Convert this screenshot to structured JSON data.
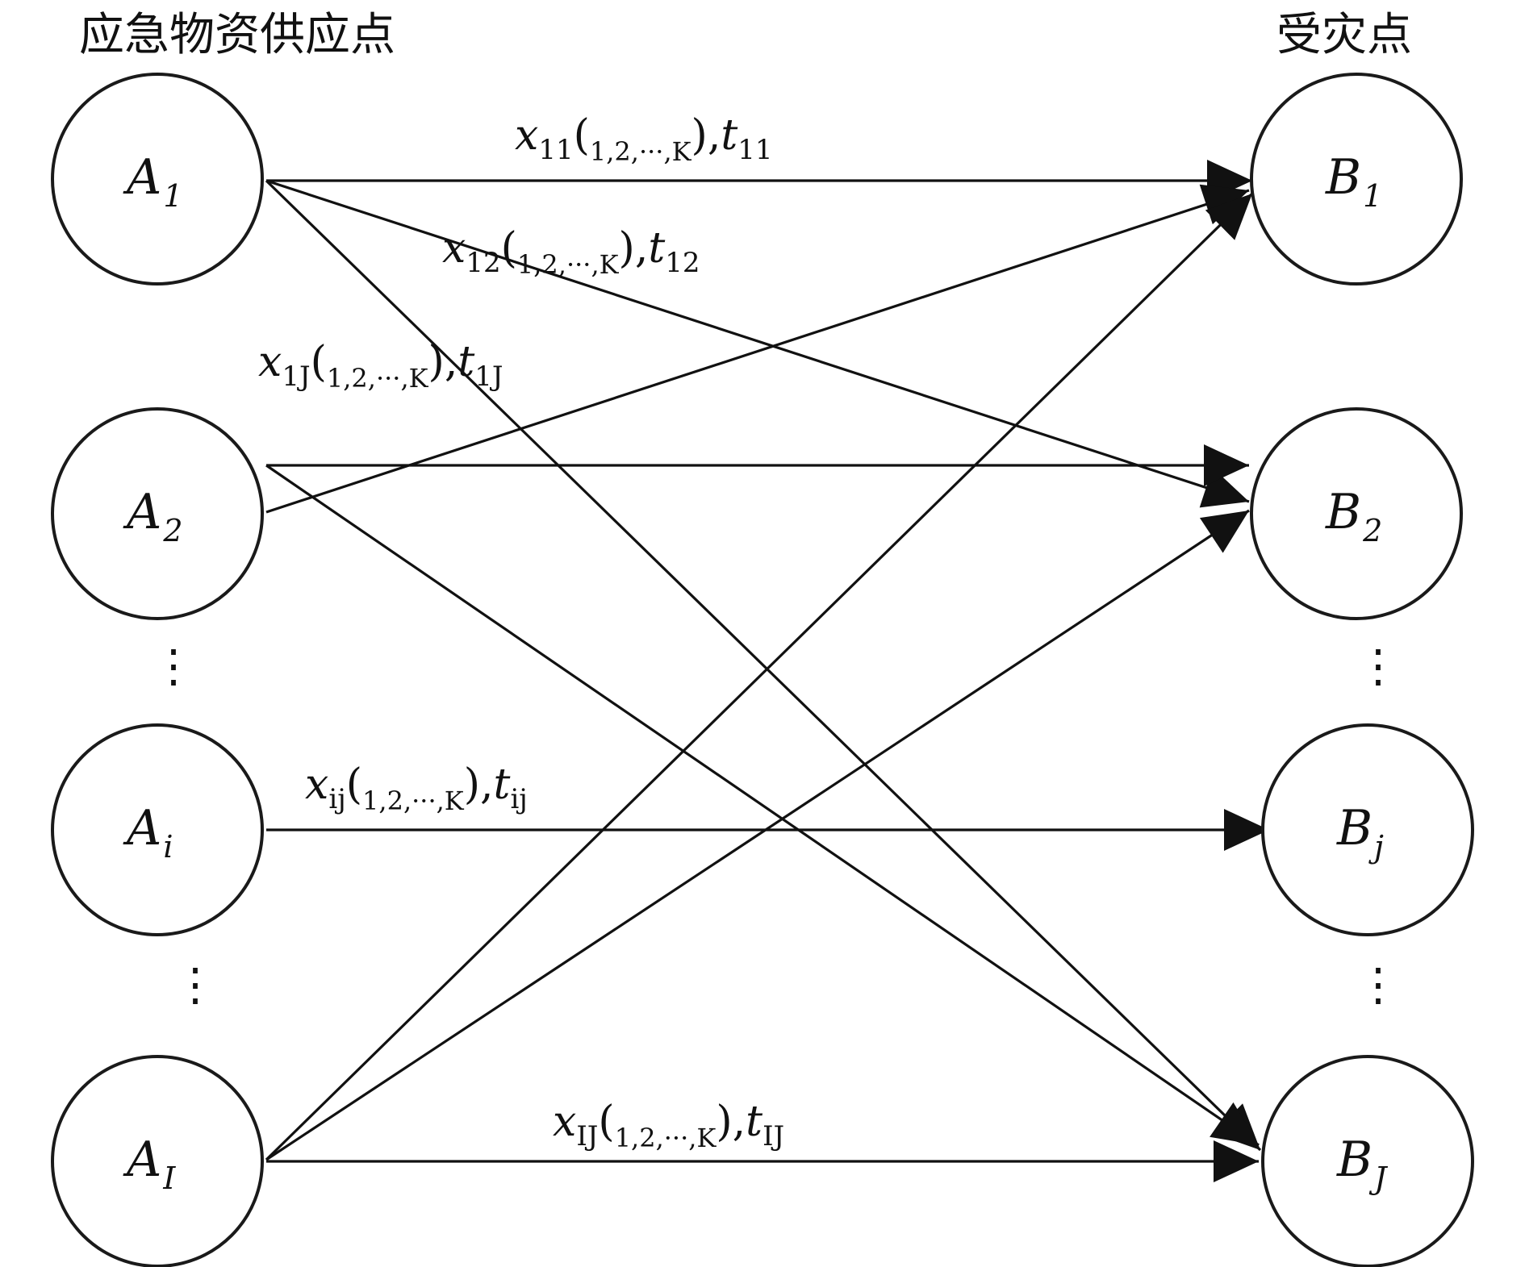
{
  "headers": {
    "suppliers": "应急物资供应点",
    "affected": "受灾点"
  },
  "suppliers": [
    {
      "id": "A1",
      "base": "A",
      "sub": "1"
    },
    {
      "id": "A2",
      "base": "A",
      "sub": "2"
    },
    {
      "id": "Ai",
      "base": "A",
      "sub": "i"
    },
    {
      "id": "AI",
      "base": "A",
      "sub": "I"
    }
  ],
  "affected": [
    {
      "id": "B1",
      "base": "B",
      "sub": "1"
    },
    {
      "id": "B2",
      "base": "B",
      "sub": "2"
    },
    {
      "id": "Bj",
      "base": "B",
      "sub": "j"
    },
    {
      "id": "BJ",
      "base": "B",
      "sub": "J"
    }
  ],
  "ellipsis": "⋮",
  "edges": [
    {
      "from": "A1",
      "to": "B1",
      "var": "x",
      "var_sub": "11",
      "range": "1,2,···,K",
      "time": "t",
      "time_sub": "11"
    },
    {
      "from": "A1",
      "to": "B2",
      "var": "x",
      "var_sub": "12",
      "range": "1,2,···,K",
      "time": "t",
      "time_sub": "12"
    },
    {
      "from": "A1",
      "to": "BJ",
      "var": "x",
      "var_sub": "1J",
      "range": "1,2,···,K",
      "time": "t",
      "time_sub": "1J"
    },
    {
      "from": "A2",
      "to": "B1"
    },
    {
      "from": "A2",
      "to": "B2"
    },
    {
      "from": "A2",
      "to": "BJ"
    },
    {
      "from": "Ai",
      "to": "Bj",
      "var": "x",
      "var_sub": "ij",
      "range": "1,2,···,K",
      "time": "t",
      "time_sub": "ij"
    },
    {
      "from": "AI",
      "to": "B1"
    },
    {
      "from": "AI",
      "to": "B2"
    },
    {
      "from": "AI",
      "to": "BJ",
      "var": "x",
      "var_sub": "IJ",
      "range": "1,2,···,K",
      "time": "t",
      "time_sub": "IJ"
    }
  ]
}
